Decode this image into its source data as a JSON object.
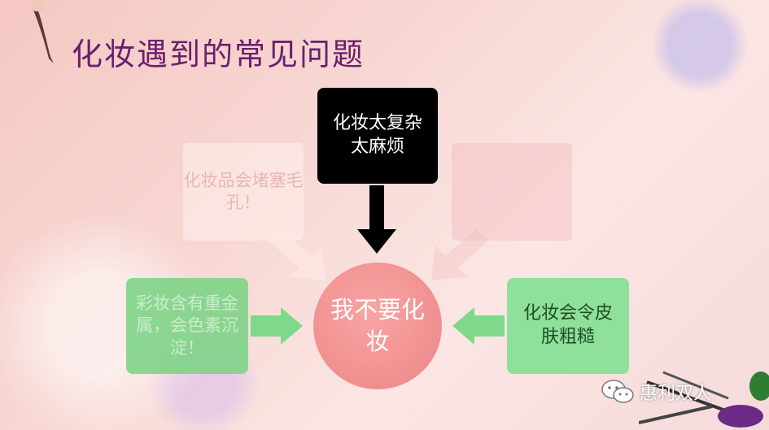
{
  "title": "化妆遇到的常见问题",
  "center": "我不要化妆",
  "top_box": "化妆太复杂太麻烦",
  "left_faded_box": "化妆品会堵塞毛孔！",
  "right_faded_box": "",
  "left_box": "彩妆含有重金属，会色素沉淀！",
  "right_box": "化妆会令皮肤粗糙",
  "watermark": "惠利双人",
  "colors": {
    "title": "#6a1f6e",
    "top_box": "#000000",
    "center": "#f08f8f",
    "green_box": "#8fe09a"
  },
  "icons": [
    "pen-icon",
    "wechat-icon",
    "makeup-brushes-icon"
  ]
}
